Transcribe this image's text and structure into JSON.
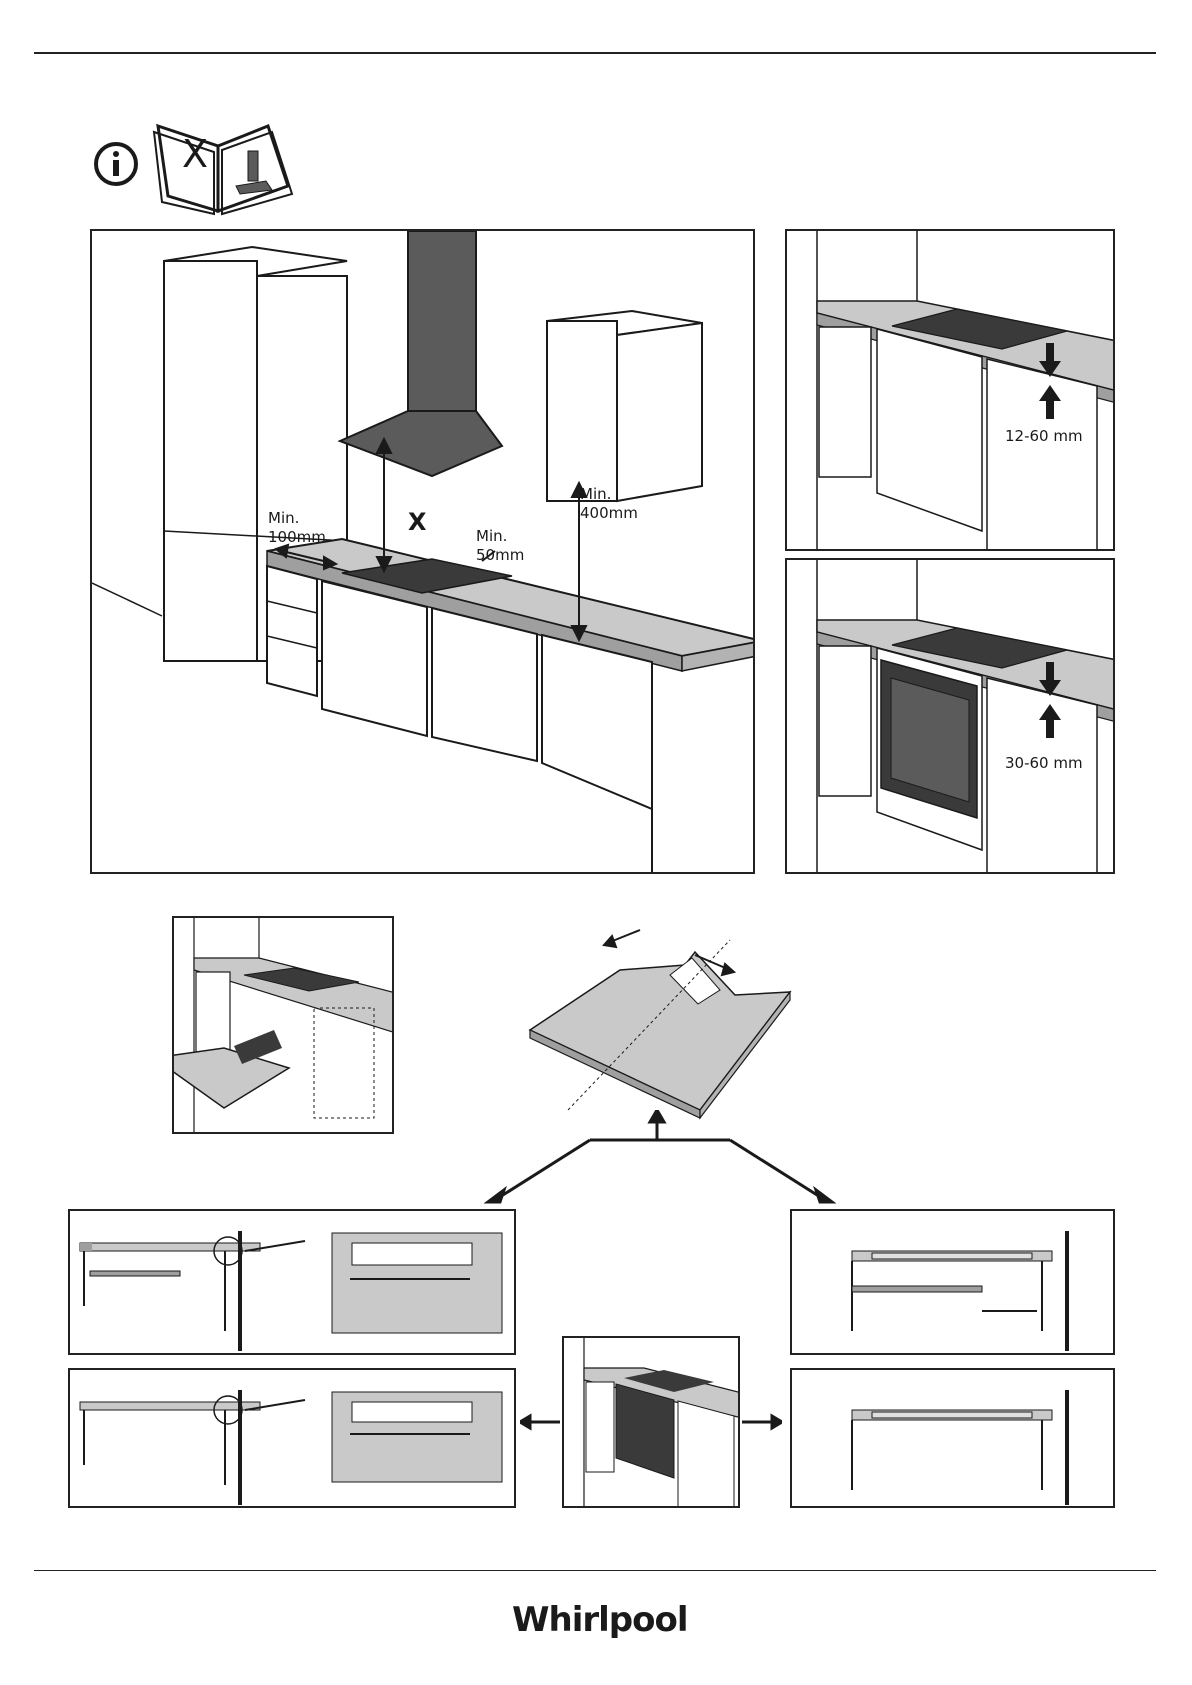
{
  "labels": {
    "x_marker": "X",
    "hood_distance_x": "X",
    "min_side_clearance": "Min.\n100mm",
    "min_back_clearance": "Min.\n50mm",
    "min_wall_cabinet_clearance": "Min.\n400mm",
    "worktop_thickness_no_oven": "12-60 mm",
    "worktop_thickness_with_oven": "30-60 mm"
  },
  "brand": {
    "logo_text": "Whirlpool"
  },
  "colors": {
    "ink": "#1a1a1a",
    "hood": "#5b5b5b",
    "worktop": "#c9c9c9",
    "hob": "#3a3a3a",
    "hatch": "#9a9a9a"
  },
  "icons": [
    "info-icon",
    "manual-book-icon"
  ]
}
